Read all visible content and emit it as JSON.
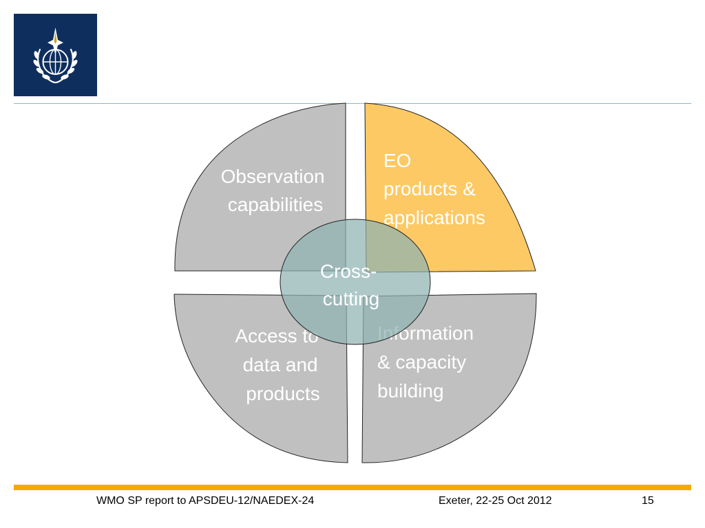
{
  "colors": {
    "logo_bg": "#0e2f5e",
    "quadrant_gray": "#c0c0c0",
    "quadrant_gold": "#fcc965",
    "center_fill": "#8fb3b3",
    "footer_bar": "#f6a800",
    "header_rule": "#8fb3cf"
  },
  "logo": {
    "icon": "wmo-emblem-icon"
  },
  "quadrants": {
    "top_left": [
      "Observation",
      "capabilities"
    ],
    "top_right": [
      "EO",
      "products &",
      "applications"
    ],
    "bottom_left": [
      "Access to",
      "data and",
      "products"
    ],
    "bottom_right": [
      "Information",
      "& capacity",
      "building"
    ]
  },
  "center": [
    "Cross-",
    "cutting"
  ],
  "footer": {
    "report": "WMO SP report to APSDEU-12/NAEDEX-24",
    "location_date": "Exeter, 22-25 Oct 2012",
    "page_number": "15"
  }
}
